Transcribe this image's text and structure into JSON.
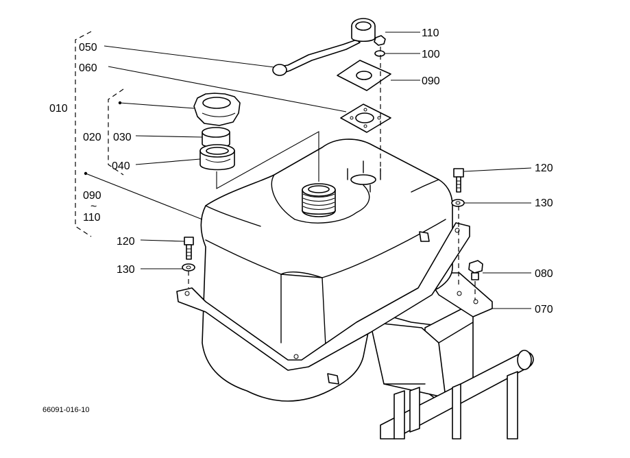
{
  "callouts": {
    "c010": "010",
    "c020": "020",
    "c030": "030",
    "c040": "040",
    "c050": "050",
    "c060": "060",
    "c070": "070",
    "c080": "080",
    "c090_top": "090",
    "c090_left": "090",
    "c100": "100",
    "c110_top": "110",
    "c110_left": "110",
    "c120_right": "120",
    "c120_left": "120",
    "c130_right": "130",
    "c130_left": "130",
    "range_sep": "~"
  },
  "reference": "66091-016-10"
}
